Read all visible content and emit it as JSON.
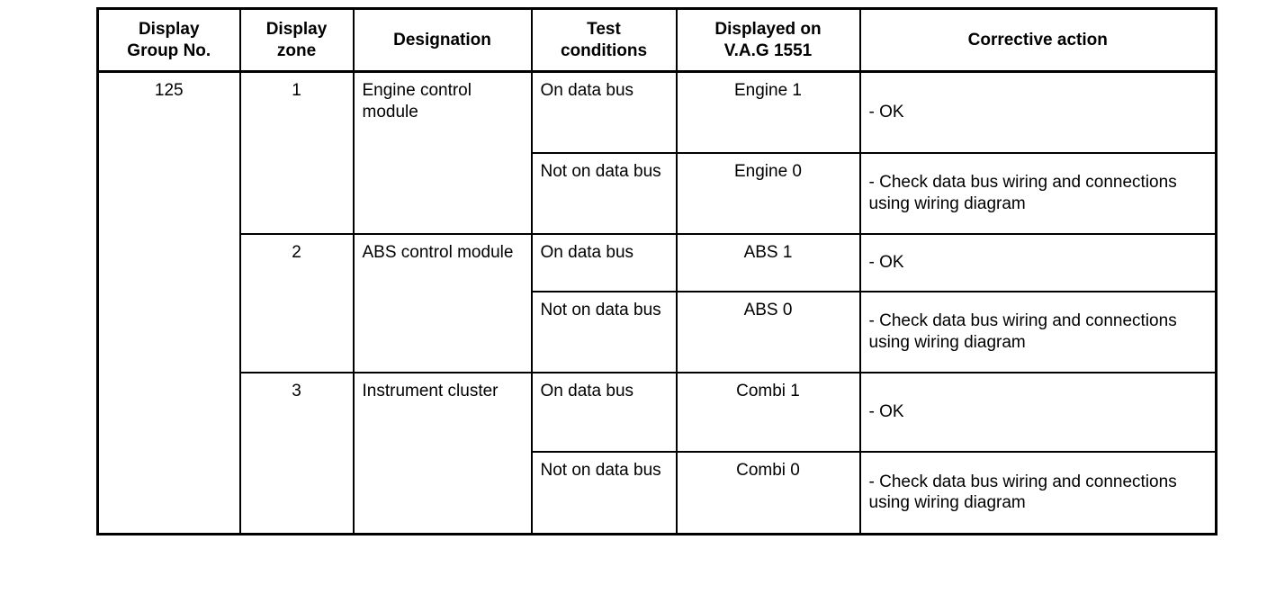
{
  "table": {
    "headers": [
      "Display\nGroup No.",
      "Display\nzone",
      "Designation",
      "Test\nconditions",
      "Displayed on\nV.A.G 1551",
      "Corrective action"
    ],
    "headers_lines": {
      "h1a": "Display",
      "h1b": "Group No.",
      "h2a": "Display",
      "h2b": "zone",
      "h3": "Designation",
      "h4a": "Test",
      "h4b": "conditions",
      "h5a": "Displayed on",
      "h5b": "V.A.G 1551",
      "h6": "Corrective action"
    },
    "display_group_no": "125",
    "zones": [
      {
        "zone": "1",
        "designation": "Engine control module",
        "rows": [
          {
            "test_condition": "On data bus",
            "displayed": "Engine 1",
            "corrective_action": "- OK"
          },
          {
            "test_condition": "Not on data bus",
            "displayed": "Engine 0",
            "corrective_action": "- Check data bus wiring and connections using wiring diagram"
          }
        ]
      },
      {
        "zone": "2",
        "designation": "ABS control module",
        "rows": [
          {
            "test_condition": "On data bus",
            "displayed": "ABS 1",
            "corrective_action": "- OK"
          },
          {
            "test_condition": "Not on data bus",
            "displayed": "ABS 0",
            "corrective_action": "- Check data bus wiring and connections using wiring diagram"
          }
        ]
      },
      {
        "zone": "3",
        "designation": "Instrument cluster",
        "rows": [
          {
            "test_condition": "On data bus",
            "displayed": "Combi 1",
            "corrective_action": "- OK"
          },
          {
            "test_condition": "Not on data bus",
            "displayed": "Combi 0",
            "corrective_action": "- Check data bus wiring and connections using wiring diagram"
          }
        ]
      }
    ]
  },
  "colors": {
    "border": "#000000",
    "background": "#ffffff",
    "text": "#000000"
  }
}
